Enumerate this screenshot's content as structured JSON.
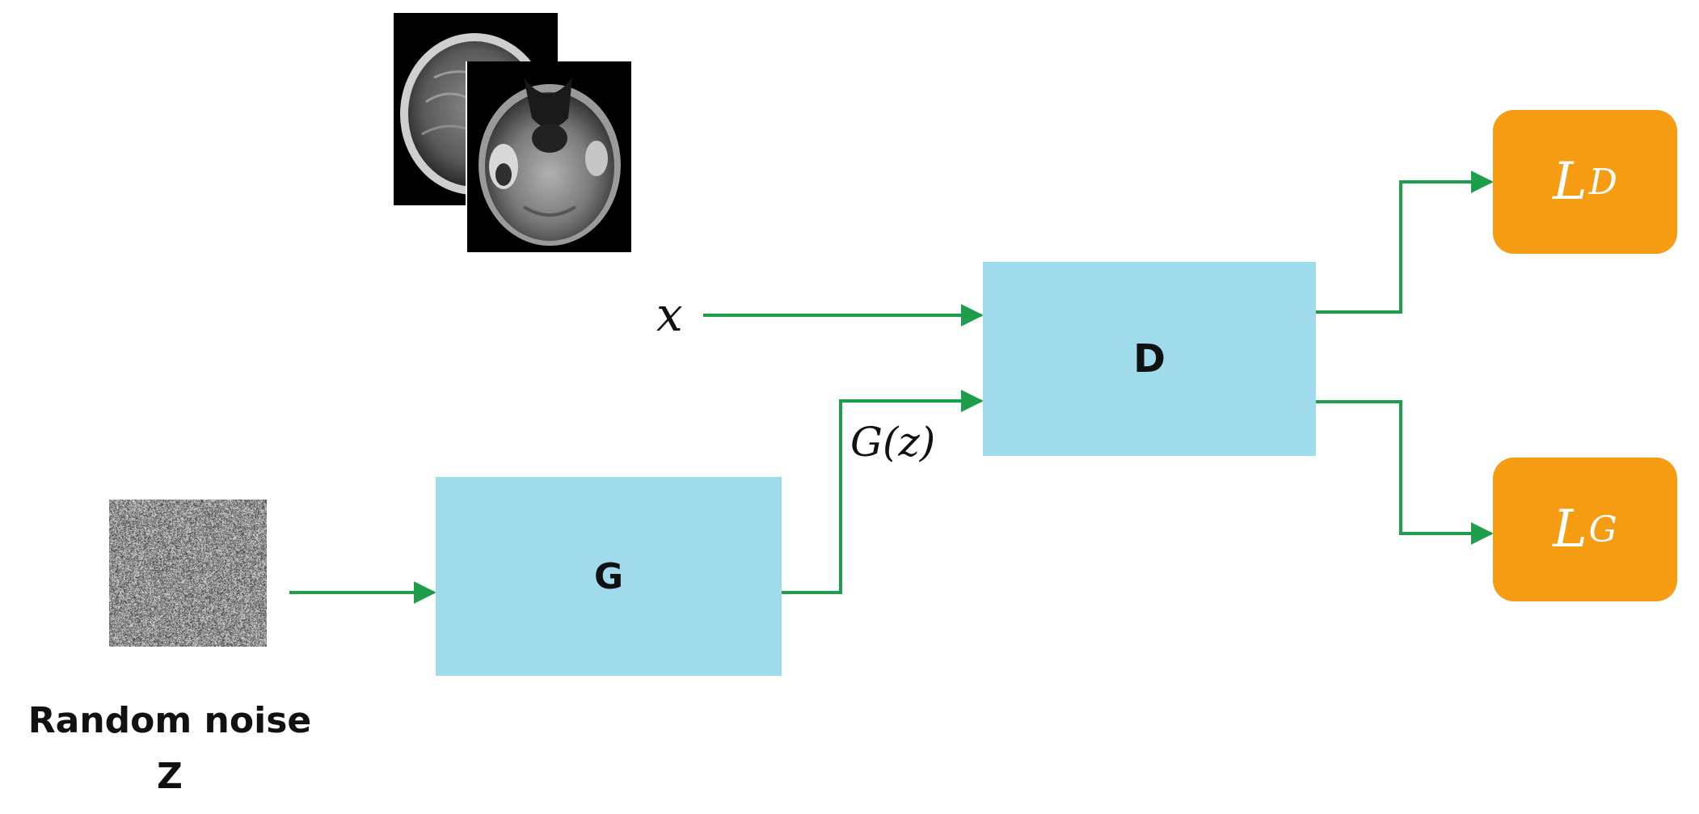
{
  "blocks": {
    "generator": "G",
    "discriminator": "D"
  },
  "losses": {
    "discriminator": {
      "base": "L",
      "sub": "D"
    },
    "generator": {
      "base": "L",
      "sub": "G"
    }
  },
  "labels": {
    "real_input": "x",
    "generated": "G(z)"
  },
  "noise_caption": {
    "line1": "Random noise",
    "line2": "Z"
  },
  "colors": {
    "block": "#a0dbec",
    "loss": "#f59c13",
    "arrow": "#1e9e4a"
  }
}
